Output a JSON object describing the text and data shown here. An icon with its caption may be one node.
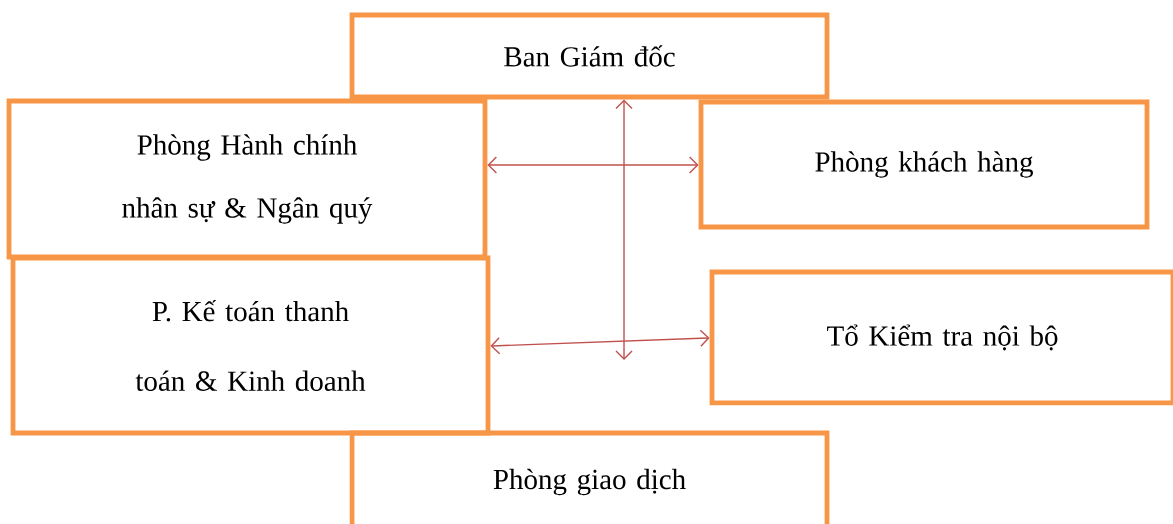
{
  "diagram": {
    "nodes": [
      {
        "text": [
          "Ban Giám đốc"
        ]
      },
      {
        "text": [
          "Phòng Hành chính nhân sự & Ngân quý"
        ]
      },
      {
        "text": [
          "Phòng khách hàng"
        ]
      },
      {
        "text": [
          "P. Kế toán thanh toán & Kinh doanh"
        ]
      },
      {
        "text": [
          "Tổ Kiểm tra nội bộ"
        ]
      },
      {
        "text": [
          "Phòng giao dịch"
        ]
      }
    ],
    "edges": [
      {
        "from": 1,
        "to": 2,
        "arrow": "both"
      },
      {
        "from": 3,
        "to": 4,
        "arrow": "both"
      },
      {
        "from": null,
        "to": 0,
        "arrow": "both"
      }
    ]
  }
}
